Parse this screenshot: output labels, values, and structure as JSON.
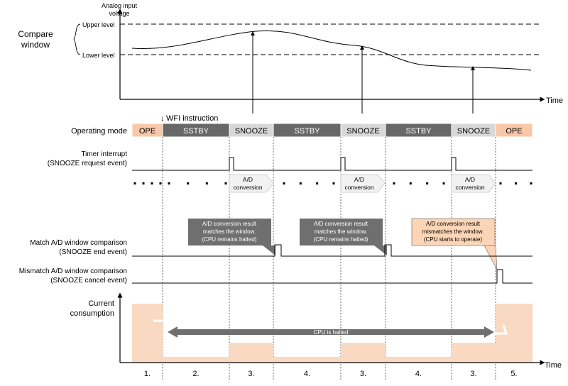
{
  "axis": {
    "voltage_label_1": "Analog input",
    "voltage_label_2": "voltage",
    "time_top": "Time",
    "time_bottom": "Time"
  },
  "compare_window": {
    "label_1": "Compare",
    "label_2": "window",
    "upper": "Upper level",
    "lower": "Lower level"
  },
  "wfi": "WFI instruction",
  "row_labels": {
    "operating_mode": "Operating mode",
    "timer_1": "Timer interrupt",
    "timer_2": "(SNOOZE request event)",
    "match_1": "Match A/D window comparison",
    "match_2": "(SNOOZE end event)",
    "mismatch_1": "Mismatch A/D window comparison",
    "mismatch_2": "(SNOOZE cancel event)",
    "current_1": "Current",
    "current_2": "consumption"
  },
  "modes": [
    "OPE",
    "SSTBY",
    "SNOOZE",
    "SSTBY",
    "SNOOZE",
    "SSTBY",
    "SNOOZE",
    "OPE"
  ],
  "ad_conversion": {
    "line1": "A/D",
    "line2": "conversion"
  },
  "callouts": {
    "match": [
      "A/D conversion result",
      "matches the window.",
      "(CPU remains halted)"
    ],
    "mismatch": [
      "A/D conversion result",
      "mismatches the window.",
      "(CPU starts to operate)"
    ]
  },
  "cpu_halted": "CPU is halted",
  "phases": [
    "1.",
    "2.",
    "3.",
    "4.",
    "3.",
    "4.",
    "3.",
    "5."
  ],
  "colors": {
    "ope": "#f8c8a8",
    "sstby": "#686868",
    "snooze": "#d8d8d8",
    "current_fill": "#fad9c2",
    "callout_dark": "#6f6f6f",
    "callout_light": "#fcd4b6"
  }
}
